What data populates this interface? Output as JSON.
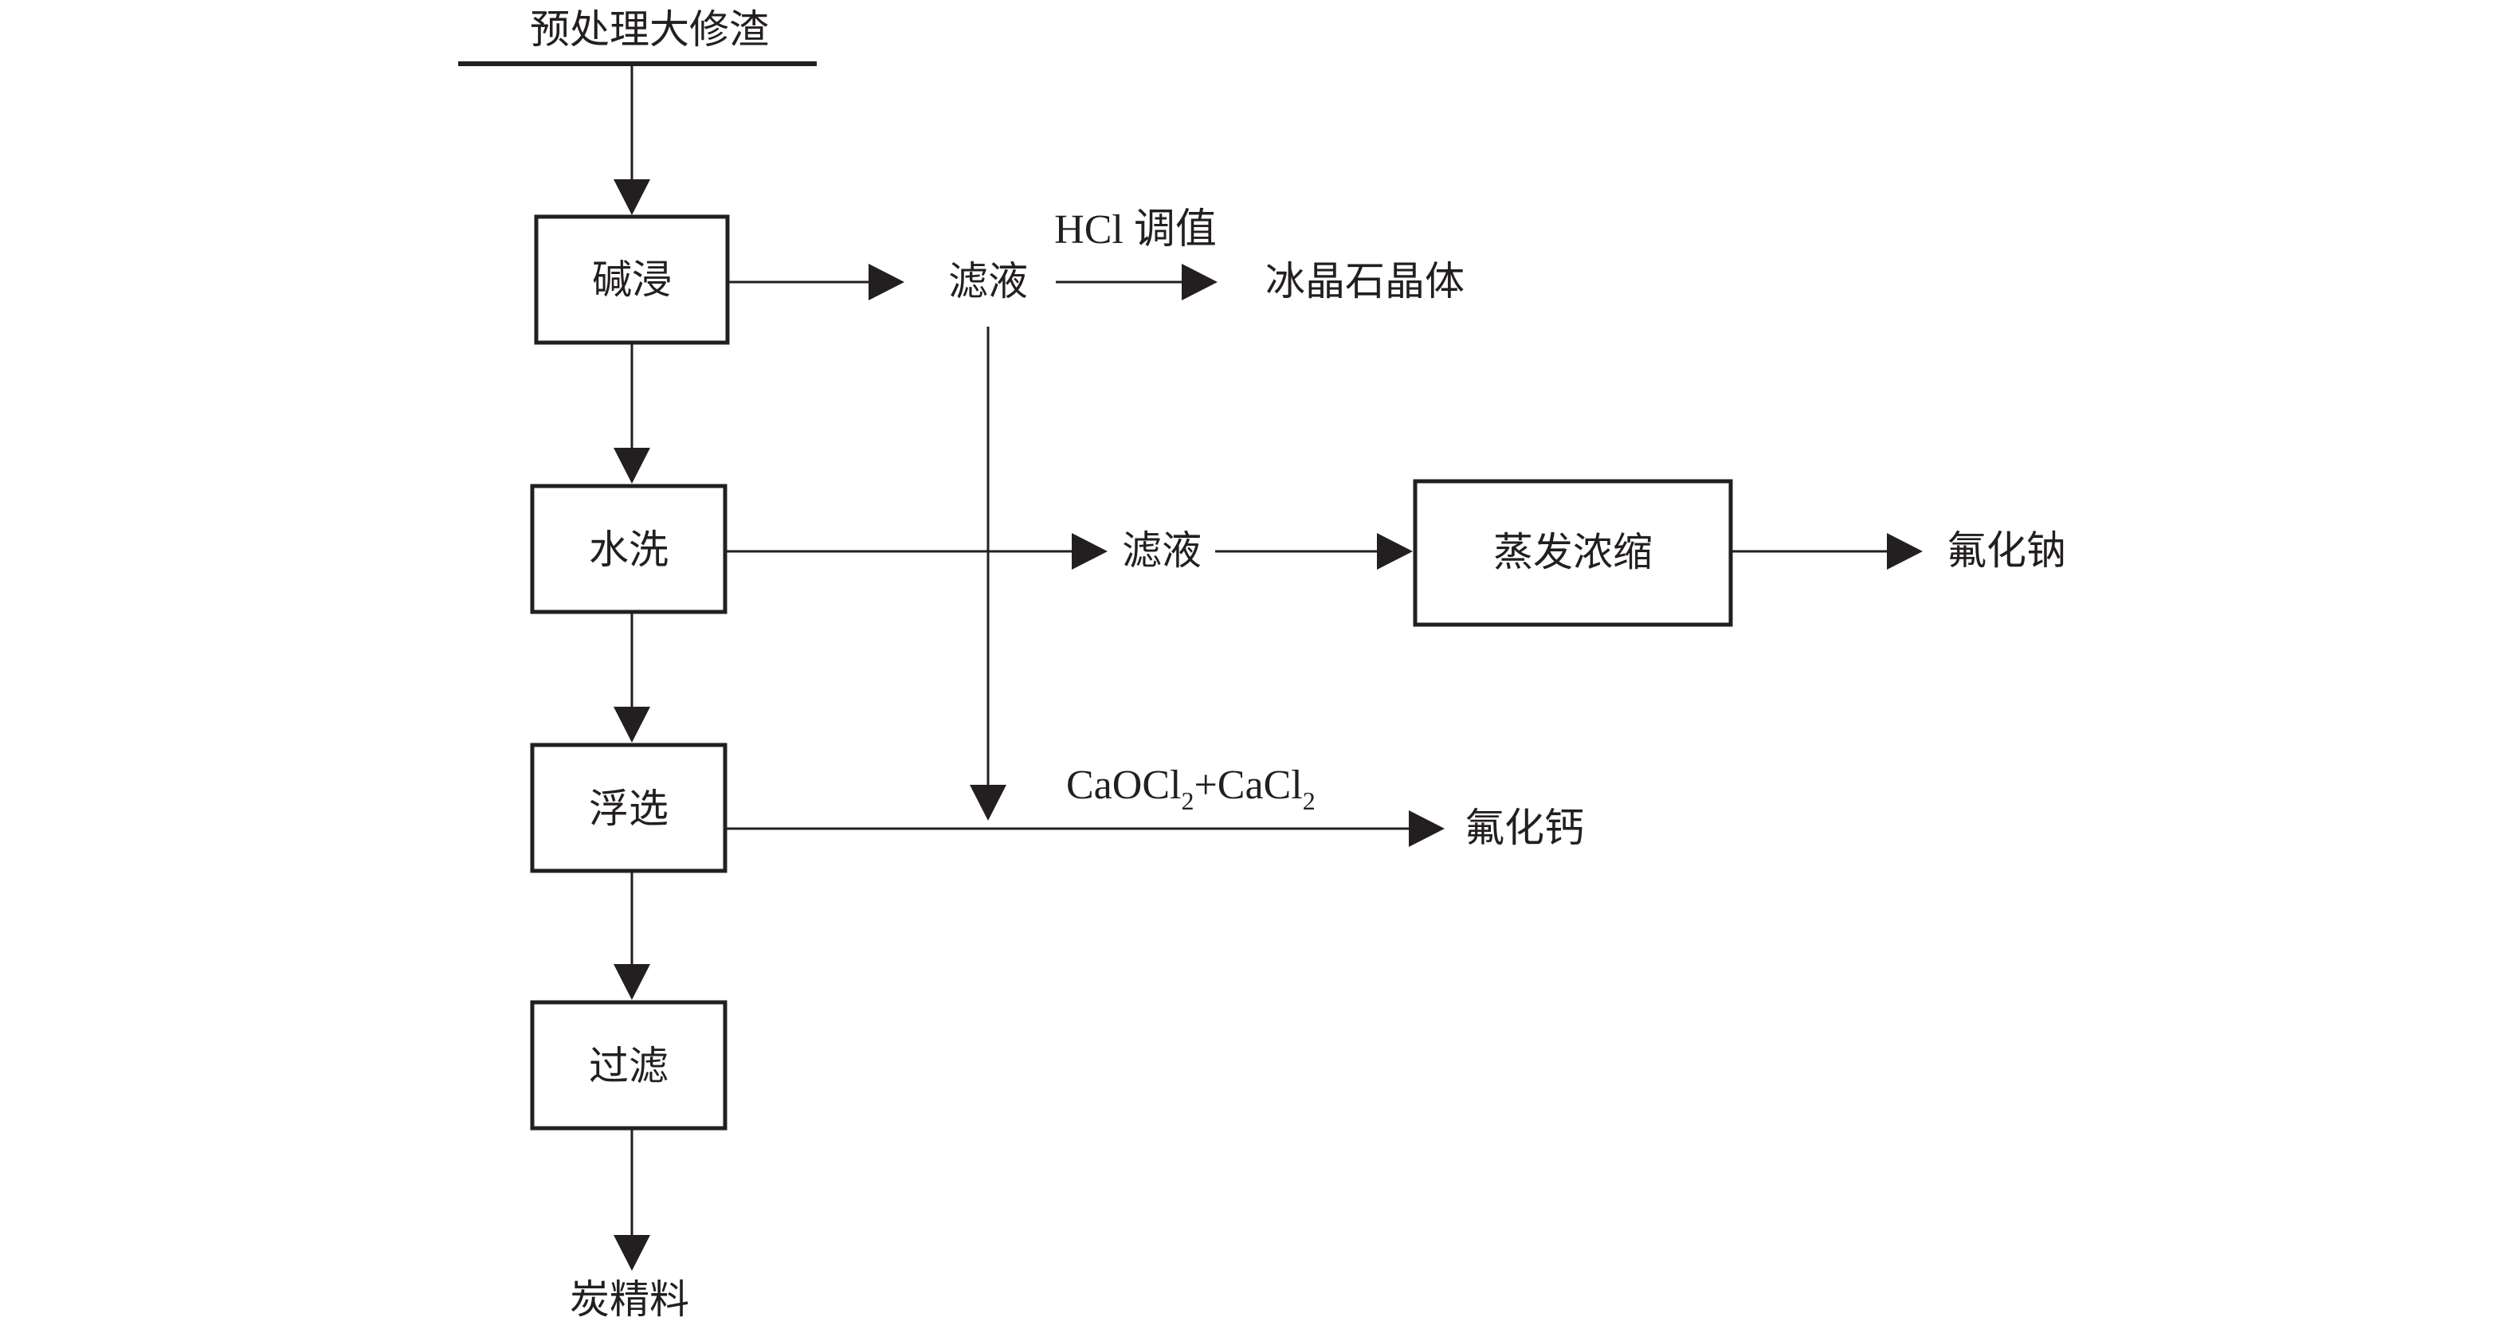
{
  "diagram": {
    "source": "预处理大修渣",
    "steps": {
      "alkali_leach": "碱浸",
      "water_wash": "水洗",
      "flotation": "浮选",
      "filtration": "过滤",
      "evaporation": "蒸发浓缩"
    },
    "filtrate_1": "滤液",
    "filtrate_2": "滤液",
    "hcl_adjust": "HCl 调值",
    "cryolite": "冰晶石晶体",
    "sodium_fluoride": "氟化钠",
    "reagent": {
      "part1": "CaOCl",
      "sub1": "2",
      "part2": "+CaCl",
      "sub2": "2"
    },
    "calcium_fluoride": "氟化钙",
    "carbon_concentrate": "炭精料"
  }
}
